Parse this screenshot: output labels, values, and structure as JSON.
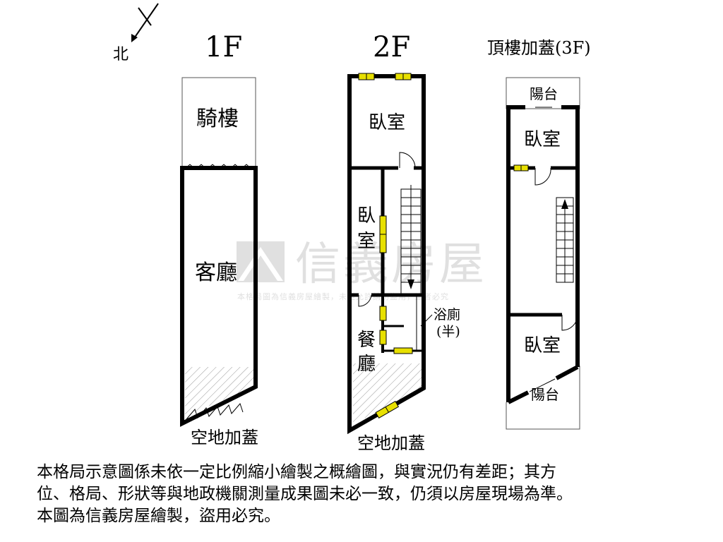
{
  "compass": {
    "label": "北"
  },
  "floors": {
    "f1": {
      "title": "1F",
      "rooms": {
        "arcade": "騎樓",
        "living": "客廳"
      },
      "note": "空地加蓋"
    },
    "f2": {
      "title": "2F",
      "rooms": {
        "bedroom_a": "臥室",
        "bedroom_b_1": "臥",
        "bedroom_b_2": "室",
        "bath_1": "浴廁",
        "bath_2": "(半)",
        "dining_1": "餐",
        "dining_2": "廳"
      },
      "note": "空地加蓋"
    },
    "f3": {
      "title": "頂樓加蓋(3F)",
      "rooms": {
        "balcony_top": "陽台",
        "bedroom_top": "臥室",
        "bedroom_bottom": "臥室",
        "balcony_bottom": "陽台"
      }
    }
  },
  "watermark": {
    "brand": "信義房屋",
    "caption": "本格局圖為信義房屋繪製，未經允許請勿盜用，違者必究"
  },
  "disclaimer": {
    "line1": "本格局示意圖係未依一定比例縮小繪製之概繪圖，與實況仍有差距；其方",
    "line2": "位、格局、形狀等與地政機關測量成果圖未必一致，仍須以房屋現場為準。",
    "line3": "本圖為信義房屋繪製，盜用必究。"
  },
  "colors": {
    "wall": "#000000",
    "window": "#e8e000",
    "watermark": "#c8c8c8"
  }
}
